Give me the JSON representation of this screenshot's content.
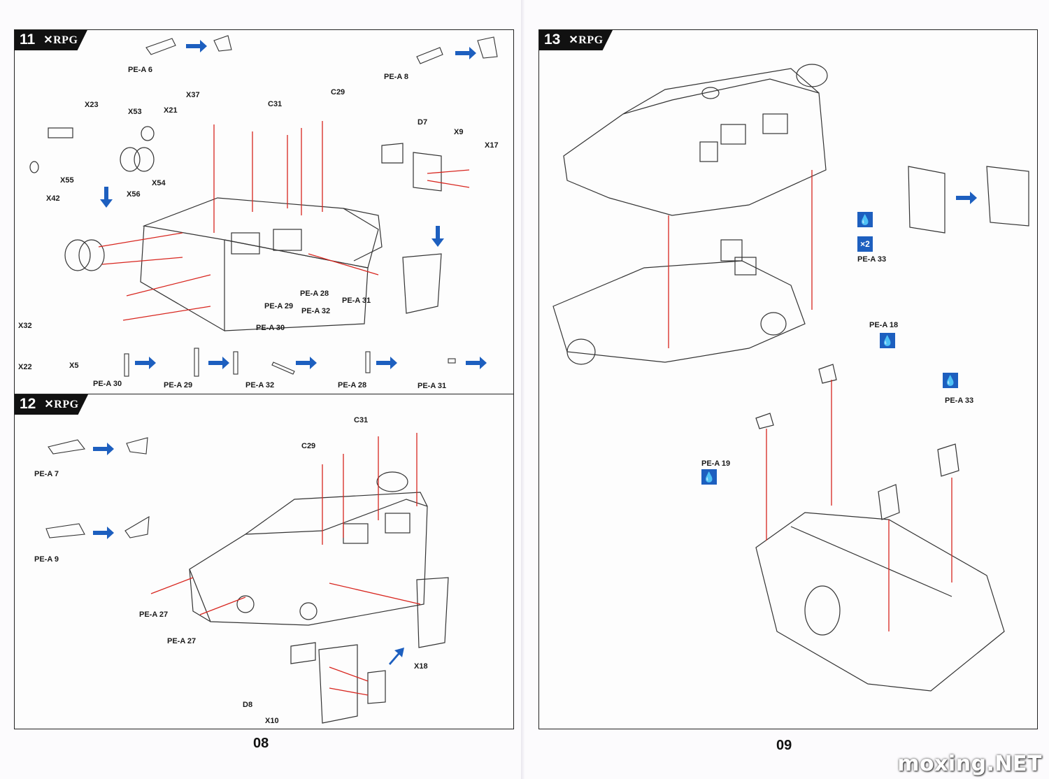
{
  "pages": {
    "left_number": "08",
    "right_number": "09"
  },
  "brand": "RPG",
  "watermark": "moxing.NET",
  "steps": [
    {
      "number": "11"
    },
    {
      "number": "12"
    },
    {
      "number": "13"
    }
  ],
  "step11_labels": [
    "PE-A 6",
    "PE-A 8",
    "X37",
    "C31",
    "C29",
    "X23",
    "X53",
    "X21",
    "D7",
    "X9",
    "X17",
    "X55",
    "X56",
    "X54",
    "X42",
    "PE-A 28",
    "PE-A 29",
    "PE-A 32",
    "PE-A 31",
    "PE-A 30",
    "X32",
    "X22",
    "X5",
    "PE-A 30",
    "PE-A 29",
    "PE-A 32",
    "PE-A 28",
    "PE-A 31"
  ],
  "step12_labels": [
    "C31",
    "C29",
    "PE-A 7",
    "PE-A 9",
    "PE-A 27",
    "PE-A 27",
    "X18",
    "D8",
    "X10"
  ],
  "step13_labels": [
    "PE-A 33",
    "PE-A 18",
    "PE-A 33",
    "PE-A 19"
  ],
  "step13_badges": {
    "multiplier": "×2"
  },
  "colors": {
    "arrow_blue": "#1d5fbf",
    "guide_red": "#d8261f",
    "ink": "#1a1a1a"
  }
}
